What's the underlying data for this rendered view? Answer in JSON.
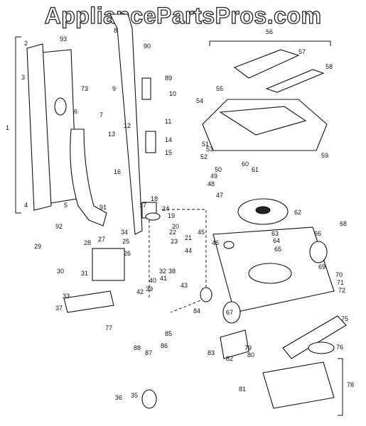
{
  "watermark": "AppliancePartsPros.com",
  "labels": [
    "1",
    "2",
    "3",
    "4",
    "5",
    "6",
    "7",
    "8",
    "9",
    "10",
    "11",
    "12",
    "13",
    "14",
    "15",
    "16",
    "17",
    "18",
    "19",
    "20",
    "21",
    "22",
    "23",
    "24",
    "25",
    "26",
    "27",
    "28",
    "29",
    "30",
    "31",
    "32",
    "33",
    "34",
    "35",
    "36",
    "37",
    "38",
    "39",
    "40",
    "41",
    "42",
    "43",
    "44",
    "45",
    "46",
    "47",
    "48",
    "49",
    "50",
    "51",
    "52",
    "53",
    "54",
    "55",
    "56",
    "57",
    "58",
    "59",
    "60",
    "61",
    "62",
    "63",
    "64",
    "65",
    "66",
    "67",
    "68",
    "69",
    "70",
    "71",
    "72",
    "73",
    "75",
    "76",
    "77",
    "78",
    "79",
    "80",
    "81",
    "82",
    "83",
    "84",
    "85",
    "86",
    "87",
    "88",
    "89",
    "90",
    "91",
    "92",
    "93"
  ]
}
